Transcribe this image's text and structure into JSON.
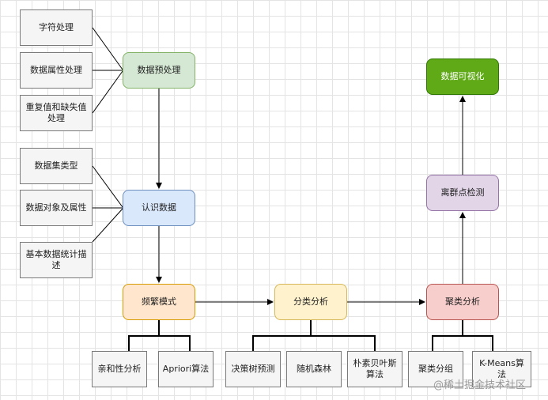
{
  "nodes": {
    "preprocess": "数据预处理",
    "char_proc": "字符处理",
    "attr_proc": "数据属性处理",
    "dup_missing": "重复值和缺失值处理",
    "understand": "认识数据",
    "dataset_type": "数据集类型",
    "object_attr": "数据对象及属性",
    "basic_stats": "基本数据统计描述",
    "freq_pattern": "频繁模式",
    "affinity": "亲和性分析",
    "apriori": "Apriori算法",
    "classify": "分类分析",
    "decision_tree": "决策树预测",
    "random_forest": "随机森林",
    "naive_bayes": "朴素贝叶斯算法",
    "cluster": "聚类分析",
    "cluster_group": "聚类分组",
    "kmeans": "K-Means算法",
    "outlier": "离群点检测",
    "visualize": "数据可视化"
  },
  "watermark": "@稀土掘金技术社区",
  "colors": {
    "green_fill": "#d5e8d4",
    "blue_fill": "#dae8fc",
    "orange_fill": "#ffe6cc",
    "yellow_fill": "#fff2cc",
    "red_fill": "#f8cecc",
    "purple_fill": "#e1d5e7",
    "dark_green_fill": "#60a917"
  }
}
